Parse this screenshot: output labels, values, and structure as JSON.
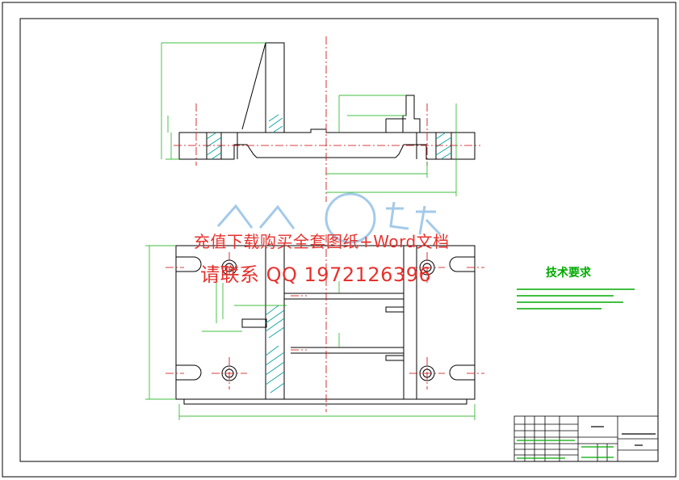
{
  "watermark": {
    "line1": "充值下载购买全套图纸+Word文档",
    "line2": "请联系 QQ 1972126396"
  },
  "technical_requirements": {
    "title": "技术要求"
  },
  "colors": {
    "outline": "#000000",
    "dimension": "#00aa00",
    "centerline": "#cc0000",
    "hatch": "#00a0a0",
    "watermark": "#e5322d",
    "logo": "#5aa0d8"
  }
}
